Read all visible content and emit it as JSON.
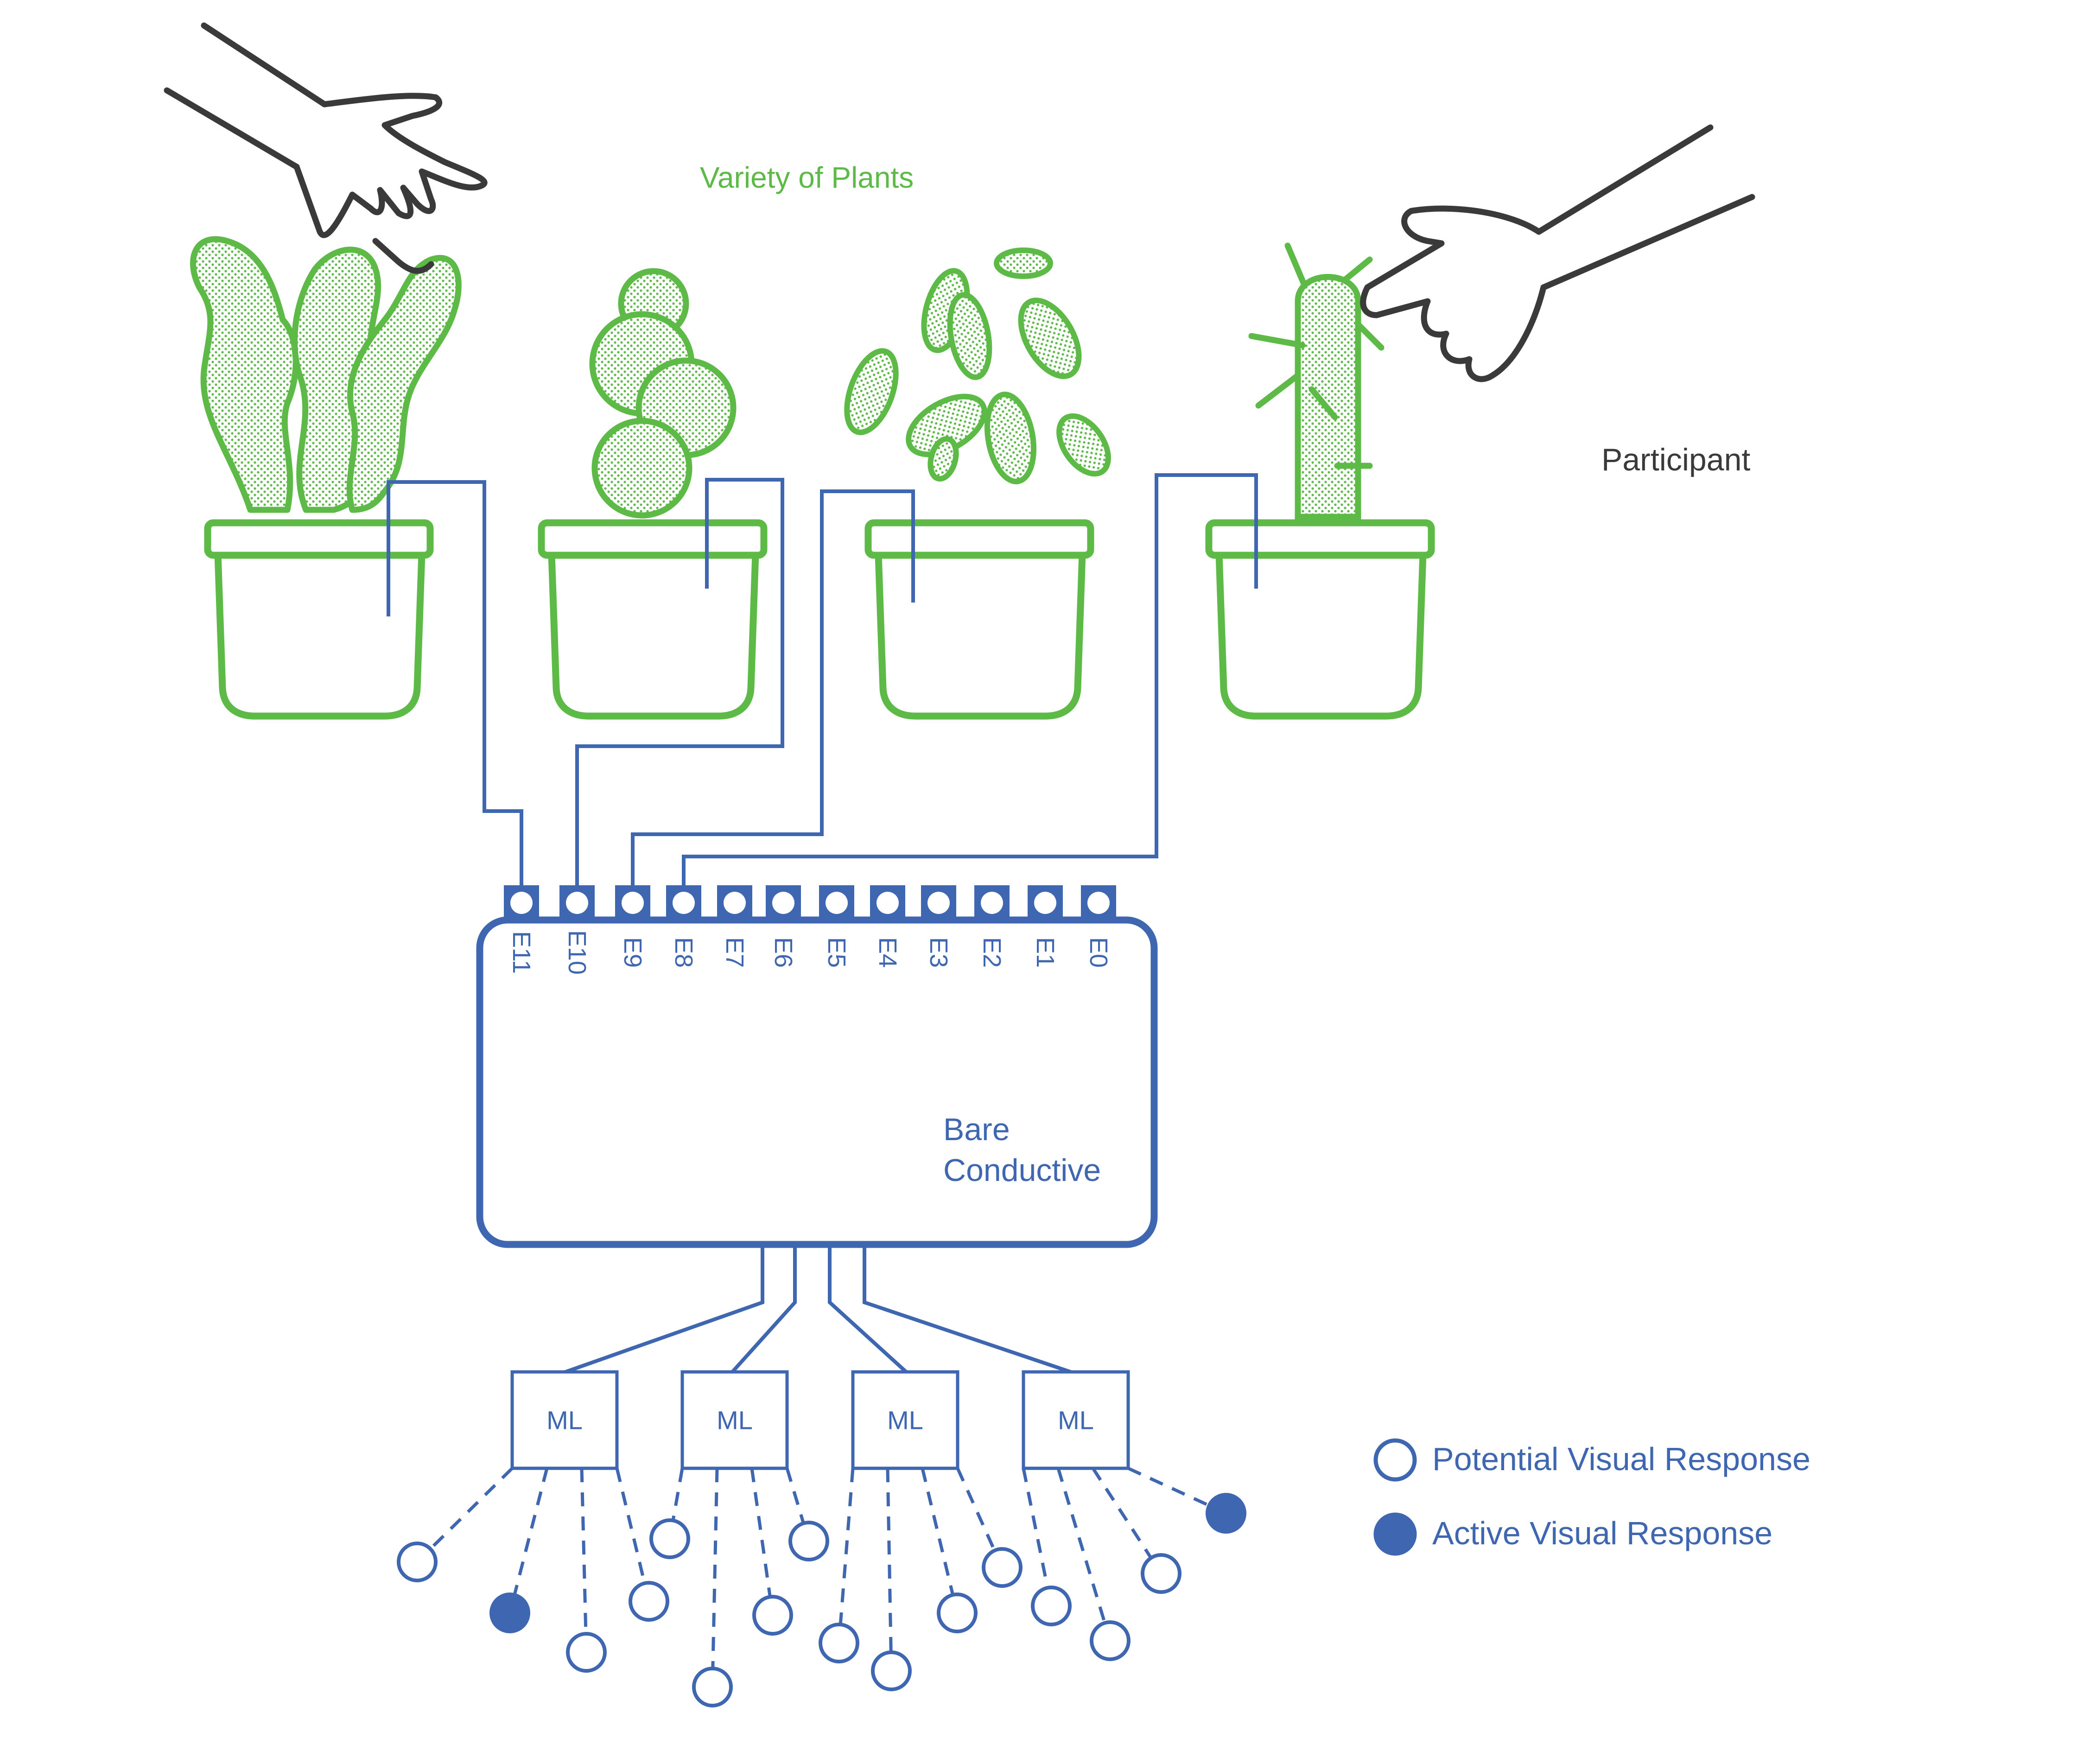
{
  "title": "Variety of Plants",
  "participant_label": "Participant",
  "board": {
    "line1": "Bare",
    "line2": "Conductive",
    "pins": [
      "E11",
      "E10",
      "E9",
      "E8",
      "E7",
      "E6",
      "E5",
      "E4",
      "E3",
      "E2",
      "E1",
      "E0"
    ]
  },
  "ml_units": [
    {
      "label": "ML",
      "outputs": [
        {
          "active": false
        },
        {
          "active": true
        },
        {
          "active": false
        },
        {
          "active": false
        }
      ]
    },
    {
      "label": "ML",
      "outputs": [
        {
          "active": false
        },
        {
          "active": false
        },
        {
          "active": false
        },
        {
          "active": false
        }
      ]
    },
    {
      "label": "ML",
      "outputs": [
        {
          "active": false
        },
        {
          "active": false
        },
        {
          "active": false
        },
        {
          "active": false
        }
      ]
    },
    {
      "label": "ML",
      "outputs": [
        {
          "active": false
        },
        {
          "active": false
        },
        {
          "active": false
        },
        {
          "active": true
        }
      ]
    }
  ],
  "legend": {
    "potential": "Potential Visual Response",
    "active": "Active Visual Response"
  },
  "colors": {
    "plant_green": "#5dba47",
    "circuit_blue": "#3f66b0",
    "hand_dark": "#3a3a3a"
  }
}
